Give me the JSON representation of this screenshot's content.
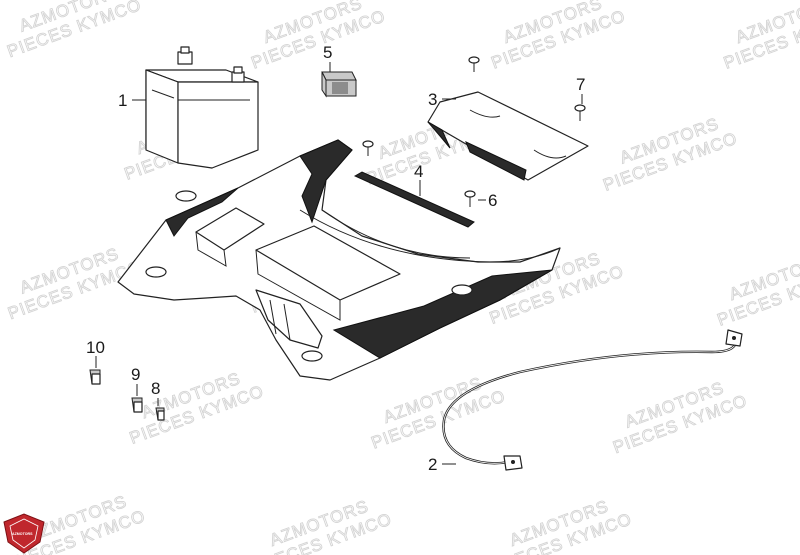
{
  "watermark": {
    "line1": "AZMOTORS",
    "line2": "PIECES KYMCO"
  },
  "logo": {
    "text": "AZMOTORS",
    "color": "#c0272d"
  },
  "callouts": {
    "p1": "1",
    "p2": "2",
    "p3": "3",
    "p4": "4",
    "p5": "5",
    "p6": "6",
    "p7": "7",
    "p8": "8",
    "p9": "9",
    "p10": "10"
  }
}
